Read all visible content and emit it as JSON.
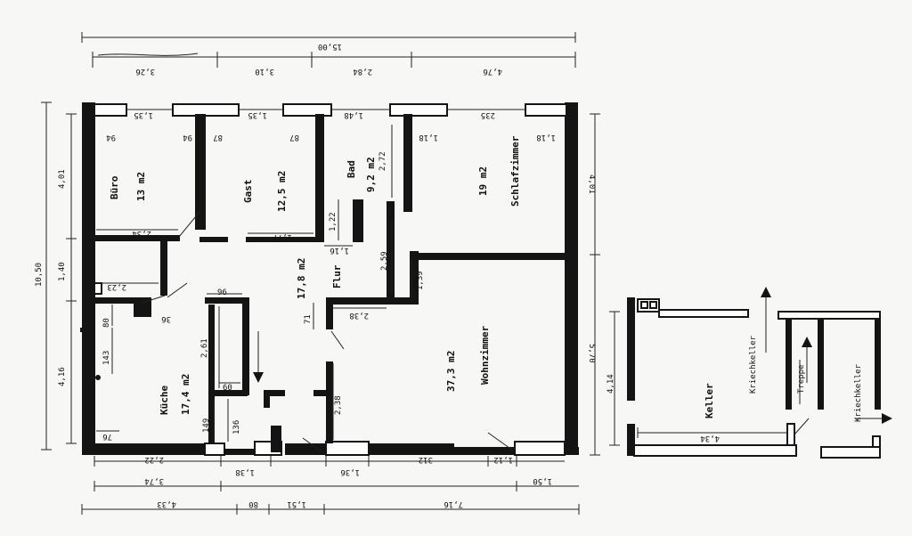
{
  "rooms": {
    "buero": {
      "name": "Büro",
      "area": "13 m2"
    },
    "gast": {
      "name": "Gast",
      "area": "12,5 m2"
    },
    "bad": {
      "name": "Bad",
      "area": "9,2 m2"
    },
    "schlafzimmer": {
      "name": "Schlafzimmer",
      "area": "19 m2"
    },
    "flur": {
      "name": "Flur",
      "area": "17,8 m2"
    },
    "kueche": {
      "name": "Küche",
      "area": "17,4 m2"
    },
    "wohnzimmer": {
      "name": "Wohnzimmer",
      "area": "37,3 m2"
    },
    "keller": {
      "name": "Keller"
    },
    "kriechkeller1": {
      "name": "Kriechkeller"
    },
    "kriechkeller2": {
      "name": "Kriechkeller"
    },
    "treppe": {
      "name": "Treppe"
    }
  },
  "dims": {
    "top_total": "15,00",
    "top": [
      "3,26",
      "3,10",
      "2,84",
      "4,76"
    ],
    "window": [
      "1,35",
      "1,35",
      "1,48",
      "235"
    ],
    "jamb": [
      "94",
      "94",
      "87",
      "87",
      "1,18",
      "1,18"
    ],
    "left": [
      "10,50",
      "4,01",
      "1,40",
      "4,16"
    ],
    "right": [
      "4,01",
      "5,70"
    ],
    "inner": {
      "buero_w": "2,34",
      "gast_w": "1,77",
      "bad_a": "2,72",
      "bad_b": "1,22",
      "bad_c": "1,16",
      "flur_a": "2,59",
      "flur_b": "1,39",
      "small_a": "2,23",
      "k96": "96",
      "k36": "36",
      "k80": "80",
      "k143": "143",
      "k261": "2,61",
      "k60": "60",
      "k136": "136",
      "k149": "149",
      "k76": "76",
      "k71": "71",
      "flur_w": "2,38",
      "wohn_a": "2,38",
      "keller_h": "4,14",
      "keller_w": "4,34"
    },
    "bottom_a": [
      "2,22",
      "1,38",
      "1,36",
      "312",
      "1,12"
    ],
    "bottom_b": [
      "3,74",
      "1,50"
    ],
    "bottom_c": [
      "4,33",
      "80",
      "1,51",
      "7,16"
    ]
  }
}
